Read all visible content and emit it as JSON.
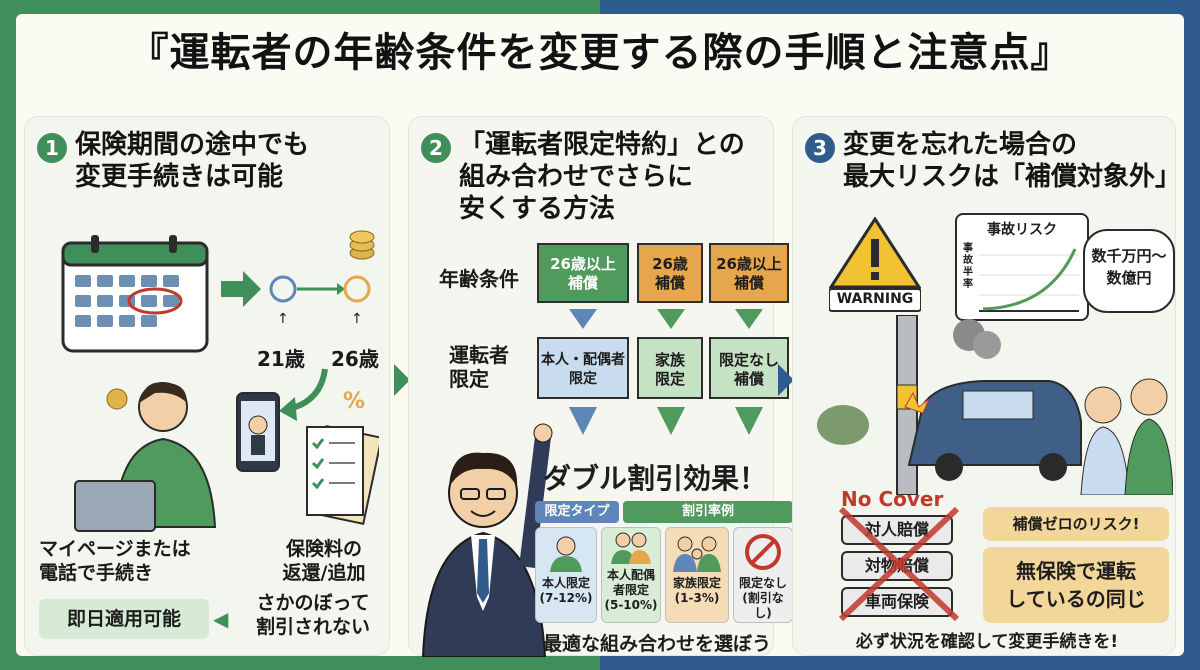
{
  "title": "『運転者の年齢条件を変更する際の手順と注意点』",
  "colors": {
    "green": "#3f8f5a",
    "blue": "#2f5c8c",
    "orange": "#e6a64b",
    "red": "#c0392b"
  },
  "section1": {
    "number": "1",
    "title": "保険期間の途中でも\n変更手続きは可能",
    "age_left": "21歳",
    "age_right": "26歳",
    "caption_left": "マイページまたは\n電話で手続き",
    "caption_right": "保険料の\n返還/追加",
    "pill": "即日適用可能",
    "note": "さかのぼって\n割引されない",
    "icons": [
      "calendar-icon",
      "coin-icon",
      "smartphone-icon",
      "document-icon",
      "percent-icon",
      "laptop-icon"
    ]
  },
  "section2": {
    "number": "2",
    "title": "「運転者限定特約」との\n組み合わせでさらに\n安くする方法",
    "row_age_label": "年齢条件",
    "row_driver_label": "運転者\n限定",
    "age_boxes": [
      "26歳以上\n補償",
      "26歳\n補償",
      "26歳以上\n補償"
    ],
    "driver_boxes": [
      "本人・配偶者\n限定",
      "家族\n限定",
      "限定なし\n補償"
    ],
    "double": "ダブル割引効果！",
    "table_head_left": "限定タイプ",
    "table_head_right": "割引率例",
    "cards": [
      {
        "label": "本人限定\n(7-12%)"
      },
      {
        "label": "本人配偶\n者限定\n(5-10%)"
      },
      {
        "label": "家族限定\n(1-3%)"
      },
      {
        "label": "限定なし\n(割引なし)"
      }
    ],
    "footer": "最適な組み合わせを選ぼう"
  },
  "section3": {
    "number": "3",
    "title": "変更を忘れた場合の\n最大リスクは「補償対象外」",
    "warning": "WARNING",
    "chart_title": "事故リスク",
    "chart_axis": "事\n故\n半\n率",
    "bubble": "数千万円〜\n数億円",
    "no_cover": "No Cover",
    "coverage_items": [
      "対人賠償",
      "対物賠償",
      "車両保険"
    ],
    "risk_small": "補償ゼロのリスク!",
    "risk_big": "無保険で運転\nしているの同じ",
    "footer": "必ず状況を確認して変更手続きを!"
  }
}
